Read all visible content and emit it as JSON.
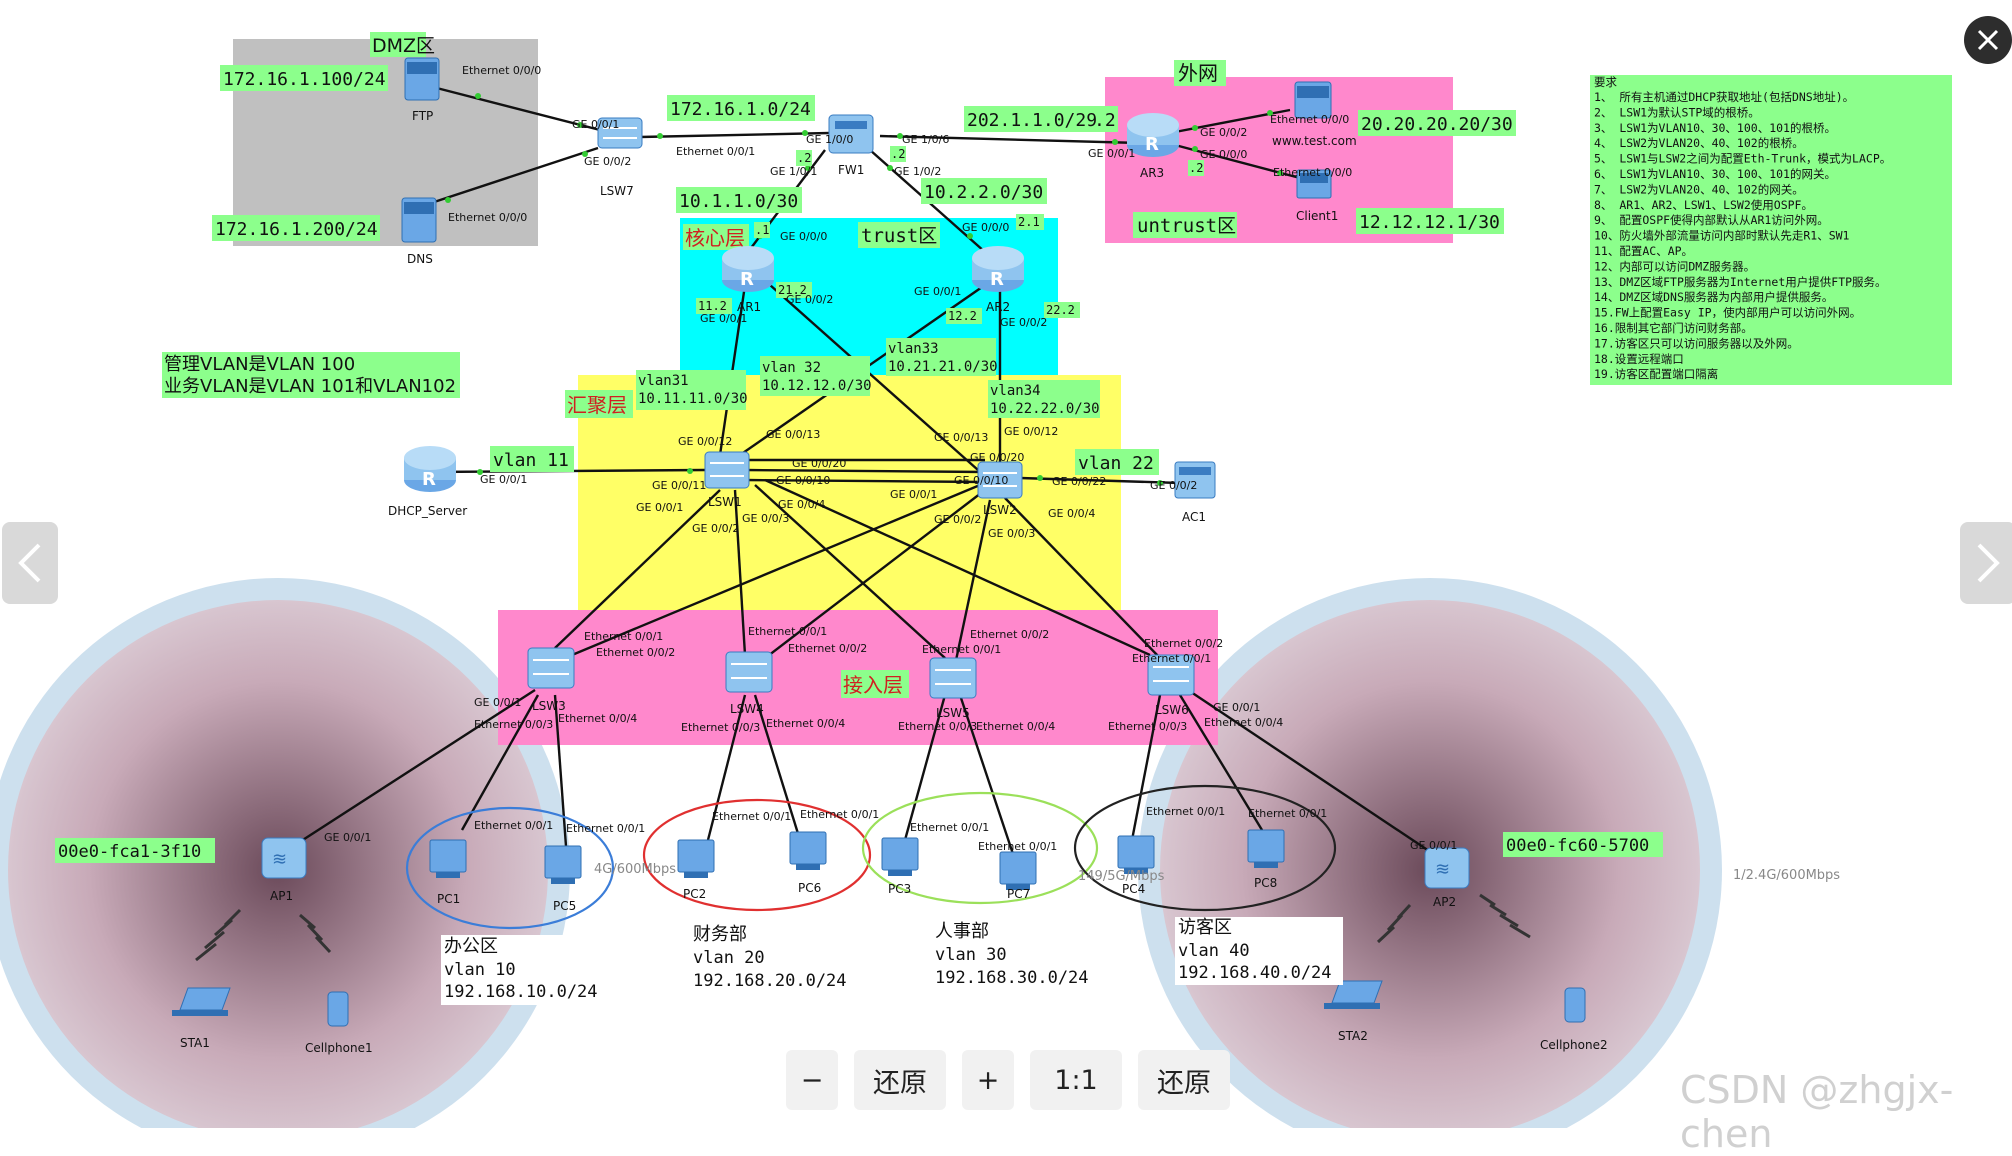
{
  "zones": {
    "dmz": "DMZ区",
    "outside": "外网",
    "trust": "trust区",
    "untrust": "untrust区",
    "core": "核心层",
    "aggregation": "汇聚层",
    "access": "接入层"
  },
  "vlan_note": {
    "line1": "管理VLAN是VLAN 100",
    "line2": "业务VLAN是VLAN 101和VLAN102"
  },
  "subnets": {
    "ftp": "172.16.1.100/24",
    "dns": "172.16.1.200/24",
    "fw_lsw7": "172.16.1.0/24",
    "fw_ar3": "202.1.1.0/29",
    "fw_ar3_suffix": ".2",
    "server": "20.20.20.20/30",
    "client": "12.12.12.1/30",
    "fw_ar1": "10.1.1.0/30",
    "fw_ar2": "10.2.2.0/30",
    "vlan11": "vlan 11",
    "vlan22": "vlan 22",
    "vlan31": "vlan31",
    "vlan31_net": "10.11.11.0/30",
    "vlan32": "vlan 32",
    "vlan32_net": "10.12.12.0/30",
    "vlan33": "vlan33",
    "vlan33_net": "10.21.21.0/30",
    "vlan34": "vlan34",
    "vlan34_net": "10.22.22.0/30"
  },
  "small_tags": [
    ".2",
    ".2",
    ".2",
    ".1",
    "2.1",
    "11.2",
    "21.2",
    "12.2",
    "22.2",
    ".1",
    ".1"
  ],
  "devices": {
    "ftp": "FTP",
    "dns": "DNS",
    "lsw7": "LSW7",
    "fw1": "FW1",
    "ar3": "AR3",
    "server": "www.test.com",
    "client1": "Client1",
    "ar1": "AR1",
    "ar2": "AR2",
    "dhcp": "DHCP_Server",
    "ac1": "AC1",
    "lsw1": "LSW1",
    "lsw2": "LSW2",
    "lsw3": "LSW3",
    "lsw4": "LSW4",
    "lsw5": "LSW5",
    "lsw6": "LSW6",
    "ap1": "AP1",
    "ap2": "AP2",
    "pc1": "PC1",
    "pc2": "PC2",
    "pc3": "PC3",
    "pc4": "PC4",
    "pc5": "PC5",
    "pc6": "PC6",
    "pc7": "PC7",
    "pc8": "PC8",
    "sta1": "STA1",
    "sta2": "STA2",
    "cellphone1": "Cellphone1",
    "cellphone2": "Cellphone2"
  },
  "mac": {
    "ap1": "00e0-fca1-3f10",
    "ap2": "00e0-fc60-5700"
  },
  "wifi_rates": [
    "4G/600Mbps",
    "1/2.4G/600Mbps",
    "149/5G/Mbps"
  ],
  "departments": [
    {
      "name": "办公区",
      "vlan": "vlan 10",
      "net": "192.168.10.0/24"
    },
    {
      "name": "财务部",
      "vlan": "vlan 20",
      "net": "192.168.20.0/24"
    },
    {
      "name": "人事部",
      "vlan": "vlan 30",
      "net": "192.168.30.0/24"
    },
    {
      "name": "访客区",
      "vlan": "vlan 40",
      "net": "192.168.40.0/24"
    }
  ],
  "requirements": {
    "heading": "要求",
    "items": [
      "1、 所有主机通过DHCP获取地址(包括DNS地址)。",
      "2、 LSW1为默认STP域的根桥。",
      "3、 LSW1为VLAN10、30、100、101的根桥。",
      "4、 LSW2为VLAN20、40、102的根桥。",
      "5、 LSW1与LSW2之间为配置Eth-Trunk，模式为LACP。",
      "6、 LSW1为VLAN10、30、100、101的网关。",
      "7、 LSW2为VLAN20、40、102的网关。",
      "8、 AR1、AR2、LSW1、LSW2使用OSPF。",
      "9、 配置OSPF使得内部默认从AR1访问外网。",
      "10、防火墙外部流量访问内部时默认先走R1、SW1",
      "11、配置AC、AP。",
      "12、内部可以访问DMZ服务器。",
      "13、DMZ区域FTP服务器为Internet用户提供FTP服务。",
      "14、DMZ区域DNS服务器为内部用户提供服务。",
      "15.FW上配置Easy IP，使内部用户可以访问外网。",
      "16.限制其它部门访问财务部。",
      "17.访客区只可以访问服务器以及外网。",
      "18.设置远程端口",
      "19.访客区配置端口隔离"
    ]
  },
  "ports": {
    "ftp_e0": "Ethernet 0/0/0",
    "dns_e0": "Ethernet 0/0/0",
    "lsw7_g1": "GE 0/0/1",
    "lsw7_g2": "GE 0/0/2",
    "lsw7_e1": "Ethernet 0/0/1",
    "fw_g100": "GE 1/0/0",
    "fw_g101": "GE 1/0/1",
    "fw_g102": "GE 1/0/2",
    "fw_g106": "GE 1/0/6",
    "ar3_g1": "GE 0/0/1",
    "ar3_g2": "GE 0/0/2",
    "ar3_g0": "GE 0/0/0",
    "srv_e0": "Ethernet 0/0/0",
    "cli_e0": "Ethernet 0/0/0",
    "ar1_g0": "GE 0/0/0",
    "ar1_g1": "GE 0/0/1",
    "ar1_g2": "GE 0/0/2",
    "ar2_g0": "GE 0/0/0",
    "ar2_g1": "GE 0/0/1",
    "ar2_g2": "GE 0/0/2",
    "dhcp_g1": "GE 0/0/1",
    "ac_g2": "GE 0/0/2",
    "l1_g12": "GE 0/0/12",
    "l1_g13": "GE 0/0/13",
    "l1_g20": "GE 0/0/20",
    "l1_g10": "GE 0/0/10",
    "l1_g11": "GE 0/0/11",
    "l1_g1": "GE 0/0/1",
    "l1_g2": "GE 0/0/2",
    "l1_g3": "GE 0/0/3",
    "l1_g4": "GE 0/0/4",
    "l2_g13": "GE 0/0/13",
    "l2_g12": "GE 0/0/12",
    "l2_g20": "GE 0/0/20",
    "l2_g10": "GE 0/0/10",
    "l2_g22": "GE 0/0/22",
    "l2_g1": "GE 0/0/1",
    "l2_g2": "GE 0/0/2",
    "l2_g3": "GE 0/0/3",
    "l2_g4": "GE 0/0/4",
    "l3_e1": "Ethernet 0/0/1",
    "l3_e2": "Ethernet 0/0/2",
    "l3_g1": "GE 0/0/1",
    "l3_e3": "Ethernet 0/0/3",
    "l3_e4": "Ethernet 0/0/4",
    "l4_e1": "Ethernet 0/0/1",
    "l4_e2": "Ethernet 0/0/2",
    "l4_e3": "Ethernet 0/0/3",
    "l4_e4": "Ethernet 0/0/4",
    "l5_e2": "Ethernet 0/0/2",
    "l5_e1": "Ethernet 0/0/1",
    "l5_e3": "Ethernet 0/0/3",
    "l5_e4": "Ethernet 0/0/4",
    "l6_e2": "Ethernet 0/0/2",
    "l6_e1": "Ethernet 0/0/1",
    "l6_g1": "GE 0/0/1",
    "l6_e3": "Ethernet 0/0/3",
    "l6_e4": "Ethernet 0/0/4",
    "ap1_g1": "GE 0/0/1",
    "ap2_g1": "GE 0/0/1",
    "pc1_e1": "Ethernet 0/0/1",
    "pc5_e1": "Ethernet 0/0/1",
    "pc2_e1": "Ethernet 0/0/1",
    "pc6_e1": "Ethernet 0/0/1",
    "pc3_e1": "Ethernet 0/0/1",
    "pc7_e1": "Ethernet 0/0/1",
    "pc4_e1": "Ethernet 0/0/1",
    "pc8_e1": "Ethernet 0/0/1"
  },
  "toolbar": {
    "zoom_out": "−",
    "restore1": "还原",
    "zoom_in": "+",
    "actual": "1:1",
    "restore2": "还原"
  },
  "watermark": "CSDN @zhgjx-chen",
  "colors": {
    "dmz": "#c0c0c0",
    "outside": "#ff88cc",
    "core": "#00ffff",
    "agg": "#ffff66",
    "access": "#ff88cc",
    "label": "#8cff8c"
  }
}
